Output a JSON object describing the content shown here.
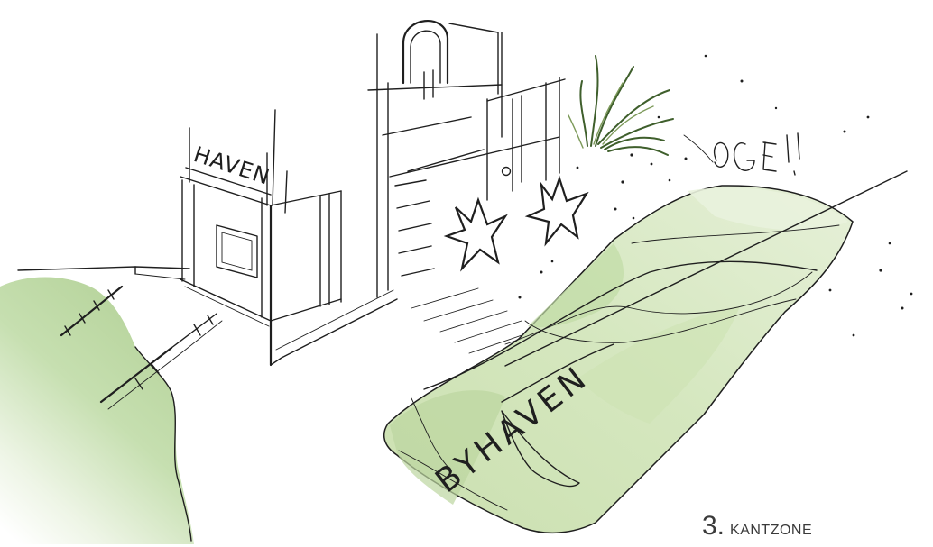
{
  "caption": {
    "number": "3.",
    "title": "KANTZONE"
  },
  "sketch": {
    "bed_label": "BYHAVEN",
    "sign_label": "HAVEN"
  },
  "colors": {
    "ink": "#1f1f1f",
    "bed_green": "#cfe2b4",
    "lawn_green": "#b7d59c",
    "grass_green": "#3f5f2c",
    "caption_text": "#3a3a3a"
  }
}
